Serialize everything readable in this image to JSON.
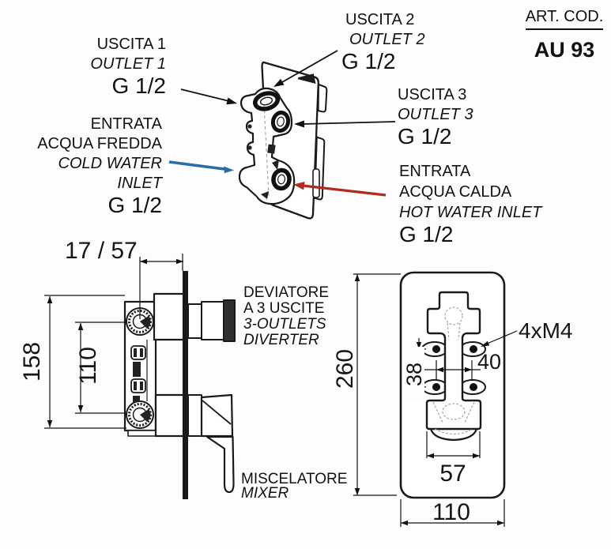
{
  "art": {
    "label": "ART. COD.",
    "code": "AU 93"
  },
  "labels": {
    "outlet1": {
      "line1": "USCITA 1",
      "line2": "OUTLET 1",
      "size": "G 1/2"
    },
    "outlet2": {
      "line1": "USCITA 2",
      "line2": "OUTLET 2",
      "size": "G 1/2"
    },
    "outlet3": {
      "line1": "USCITA 3",
      "line2": "OUTLET 3",
      "size": "G 1/2"
    },
    "cold_inlet": {
      "line1": "ENTRATA",
      "line2": "ACQUA FREDDA",
      "line3": "COLD WATER",
      "line4": "INLET",
      "size": "G 1/2"
    },
    "hot_inlet": {
      "line1": "ENTRATA",
      "line2": "ACQUA CALDA",
      "line3": "HOT WATER INLET",
      "size": "G 1/2"
    },
    "diverter": {
      "line1": "DEVIATORE",
      "line2": "A 3 USCITE",
      "line3": "3-OUTLETS",
      "line4": "DIVERTER"
    },
    "mixer": {
      "line1": "MISCELATORE",
      "line2": "MIXER"
    }
  },
  "dimensions": {
    "depth": "17 / 57",
    "body_height": "158",
    "centers_distance": "110",
    "plate_height": "260",
    "screw_spec": "4xM4",
    "screw_spacing_h": "40",
    "screw_spacing_v": "38",
    "cutout_width": "57",
    "plate_width": "110"
  },
  "colors": {
    "cold_arrow": "#2e6da4",
    "hot_arrow": "#b02c20",
    "line": "#1a1a1a"
  }
}
